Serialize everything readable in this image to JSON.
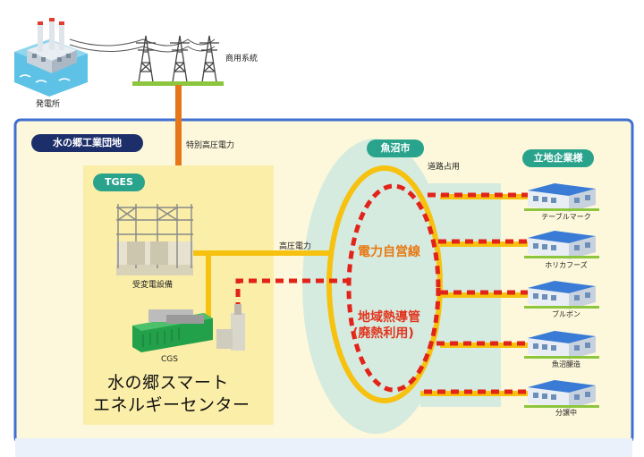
{
  "colors": {
    "frame_border": "#3f6fd1",
    "frame_fill": "#fdf8db",
    "tges_fill": "#fbeea8",
    "city_area": "#d6ebe0",
    "yellow_line": "#f6c20f",
    "red_dash": "#e2231a",
    "orange_line": "#e6761a",
    "navy_pill": "#1d2f6b",
    "teal_pill": "#2aa38d",
    "ground_green": "#8cc63f"
  },
  "labels": {
    "power_plant": "発電所",
    "commercial_grid": "商用系統",
    "industrial_park": "水の郷工業団地",
    "extra_high_voltage": "特別高圧電力",
    "tges": "TGES",
    "substation": "受変電設備",
    "high_voltage": "高圧電力",
    "cgs": "CGS",
    "energy_center_line1": "水の郷スマート",
    "energy_center_line2": "エネルギーセンター",
    "uonuma_city": "魚沼市",
    "road_occupancy": "道路占用",
    "private_power_line": "電力自営線",
    "district_heat_line1": "地域熱導管",
    "district_heat_line2": "(廃熱利用)",
    "companies_header": "立地企業様"
  },
  "companies": [
    {
      "name": "テーブルマーク",
      "icon": "factory-icon"
    },
    {
      "name": "ホリカフーズ",
      "icon": "factory-icon"
    },
    {
      "name": "ブルボン",
      "icon": "factory-icon"
    },
    {
      "name": "魚沼醸造",
      "icon": "factory-icon"
    },
    {
      "name": "分譲中",
      "icon": "factory-icon"
    }
  ],
  "icons": {
    "power_plant": "power-plant-icon",
    "transmission_towers": "transmission-tower-icon",
    "substation": "substation-icon",
    "cgs": "generator-icon",
    "boiler": "chimney-icon"
  }
}
